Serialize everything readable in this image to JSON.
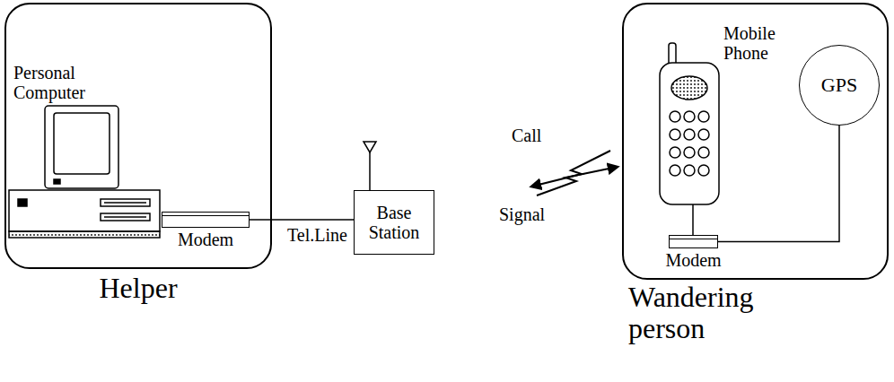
{
  "diagram": {
    "nodes": [
      {
        "text": [
          "Helper"
        ]
      },
      {
        "text": [
          "Modem"
        ],
        "in": 0
      },
      {
        "text": [
          "Base Station"
        ]
      },
      {
        "text": [
          "Wandering person"
        ]
      },
      {
        "text": [
          "GPS"
        ],
        "in": 3
      },
      {
        "text": [
          "Modem"
        ],
        "in": 3
      }
    ],
    "edges": [
      {
        "from": 1,
        "to": 2,
        "label": "Tel.Line",
        "arrow": "none"
      },
      {
        "from": 5,
        "to": 4,
        "arrow": "none"
      }
    ],
    "labels": [
      "Personal Computer",
      "Mobile Phone",
      "Call",
      "Signal"
    ]
  }
}
